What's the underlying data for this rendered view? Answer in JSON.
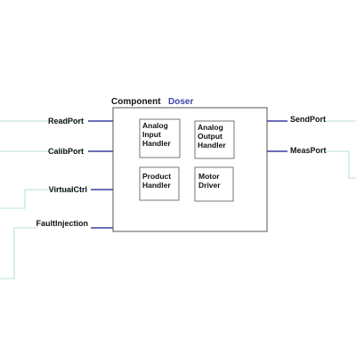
{
  "component": {
    "keyword": "Component",
    "name": "Doser"
  },
  "blocks": [
    {
      "id": "analog-input-handler",
      "lines": [
        "Analog",
        "Input",
        "Handler"
      ]
    },
    {
      "id": "analog-output-handler",
      "lines": [
        "Analog",
        "Output",
        "Handler"
      ]
    },
    {
      "id": "product-handler",
      "lines": [
        "Product",
        "Handler"
      ]
    },
    {
      "id": "motor-driver",
      "lines": [
        "Motor",
        "Driver"
      ]
    }
  ],
  "ports": {
    "left": [
      "ReadPort",
      "CalibPort",
      "VirtualCtrl",
      "FaultInjection"
    ],
    "right": [
      "SendPort",
      "MeasPort"
    ]
  },
  "colors": {
    "port_stub": "#3b3f9e",
    "wire": "#9fd8d2",
    "box_border": "#555555",
    "component_name": "#3b46a8"
  }
}
